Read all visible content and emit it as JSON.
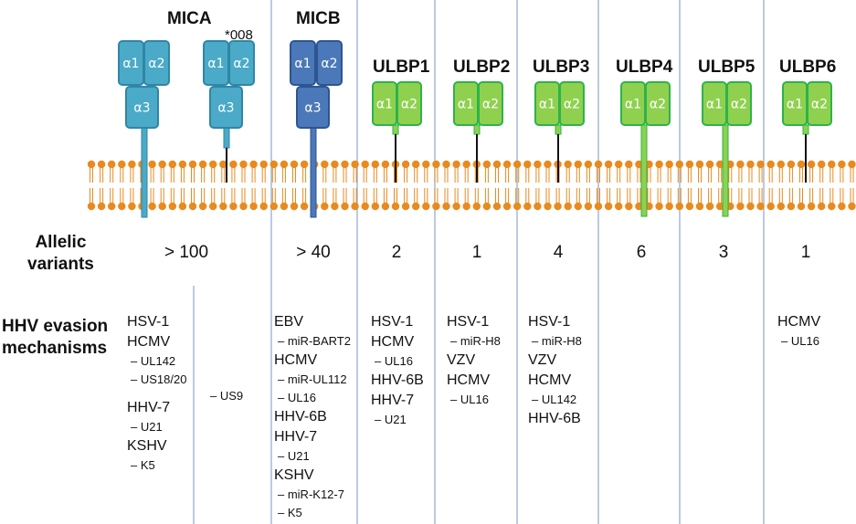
{
  "proteins": {
    "mica": "MICA",
    "mica_allele": "*008",
    "micb": "MICB",
    "ulbp1": "ULBP1",
    "ulbp2": "ULBP2",
    "ulbp3": "ULBP3",
    "ulbp4": "ULBP4",
    "ulbp5": "ULBP5",
    "ulbp6": "ULBP6"
  },
  "domains": {
    "a1": "α1",
    "a2": "α2",
    "a3": "α3"
  },
  "rows": {
    "allelic_variants": "Allelic\nvariants",
    "hhv_evasion": "HHV evasion\nmechanisms"
  },
  "variants": {
    "mica": "> 100",
    "micb": "> 40",
    "ulbp1": "2",
    "ulbp2": "1",
    "ulbp3": "4",
    "ulbp4": "6",
    "ulbp5": "3",
    "ulbp6": "1"
  },
  "mechanisms": {
    "mica": [
      {
        "text": "HSV-1",
        "sub": false
      },
      {
        "text": "HCMV",
        "sub": false
      },
      {
        "text": "– UL142",
        "sub": true
      },
      {
        "text": "– US18/20",
        "sub": true
      },
      {
        "text": "",
        "sub": false
      },
      {
        "text": "HHV-7",
        "sub": false
      },
      {
        "text": "– U21",
        "sub": true
      },
      {
        "text": "KSHV",
        "sub": false
      },
      {
        "text": "– K5",
        "sub": true
      }
    ],
    "mica008": [
      {
        "text": "– US9",
        "sub": true
      }
    ],
    "micb": [
      {
        "text": "EBV",
        "sub": false
      },
      {
        "text": "– miR-BART2",
        "sub": true
      },
      {
        "text": "HCMV",
        "sub": false
      },
      {
        "text": "– miR-UL112",
        "sub": true
      },
      {
        "text": "– UL16",
        "sub": true
      },
      {
        "text": "HHV-6B",
        "sub": false
      },
      {
        "text": "HHV-7",
        "sub": false
      },
      {
        "text": "– U21",
        "sub": true
      },
      {
        "text": "KSHV",
        "sub": false
      },
      {
        "text": "– miR-K12-7",
        "sub": true
      },
      {
        "text": "– K5",
        "sub": true
      }
    ],
    "ulbp1": [
      {
        "text": "HSV-1",
        "sub": false
      },
      {
        "text": "HCMV",
        "sub": false
      },
      {
        "text": "– UL16",
        "sub": true
      },
      {
        "text": "HHV-6B",
        "sub": false
      },
      {
        "text": "HHV-7",
        "sub": false
      },
      {
        "text": "– U21",
        "sub": true
      }
    ],
    "ulbp2": [
      {
        "text": "HSV-1",
        "sub": false
      },
      {
        "text": "– miR-H8",
        "sub": true
      },
      {
        "text": "VZV",
        "sub": false
      },
      {
        "text": "HCMV",
        "sub": false
      },
      {
        "text": "– UL16",
        "sub": true
      }
    ],
    "ulbp3": [
      {
        "text": "HSV-1",
        "sub": false
      },
      {
        "text": "– miR-H8",
        "sub": true
      },
      {
        "text": "VZV",
        "sub": false
      },
      {
        "text": "HCMV",
        "sub": false
      },
      {
        "text": "– UL142",
        "sub": true
      },
      {
        "text": "HHV-6B",
        "sub": false
      }
    ],
    "ulbp6": [
      {
        "text": "HCMV",
        "sub": false
      },
      {
        "text": "– UL16",
        "sub": true
      }
    ]
  },
  "colors": {
    "mica_fill": "#4aaac8",
    "mica_stroke": "#2f86a6",
    "micb_fill": "#4b78b8",
    "micb_stroke": "#2d5590",
    "ulbp_fill": "#8fd14f",
    "ulbp_stroke": "#2db34a",
    "membrane": "#e88a1e",
    "divider": "#8ea6cc"
  }
}
